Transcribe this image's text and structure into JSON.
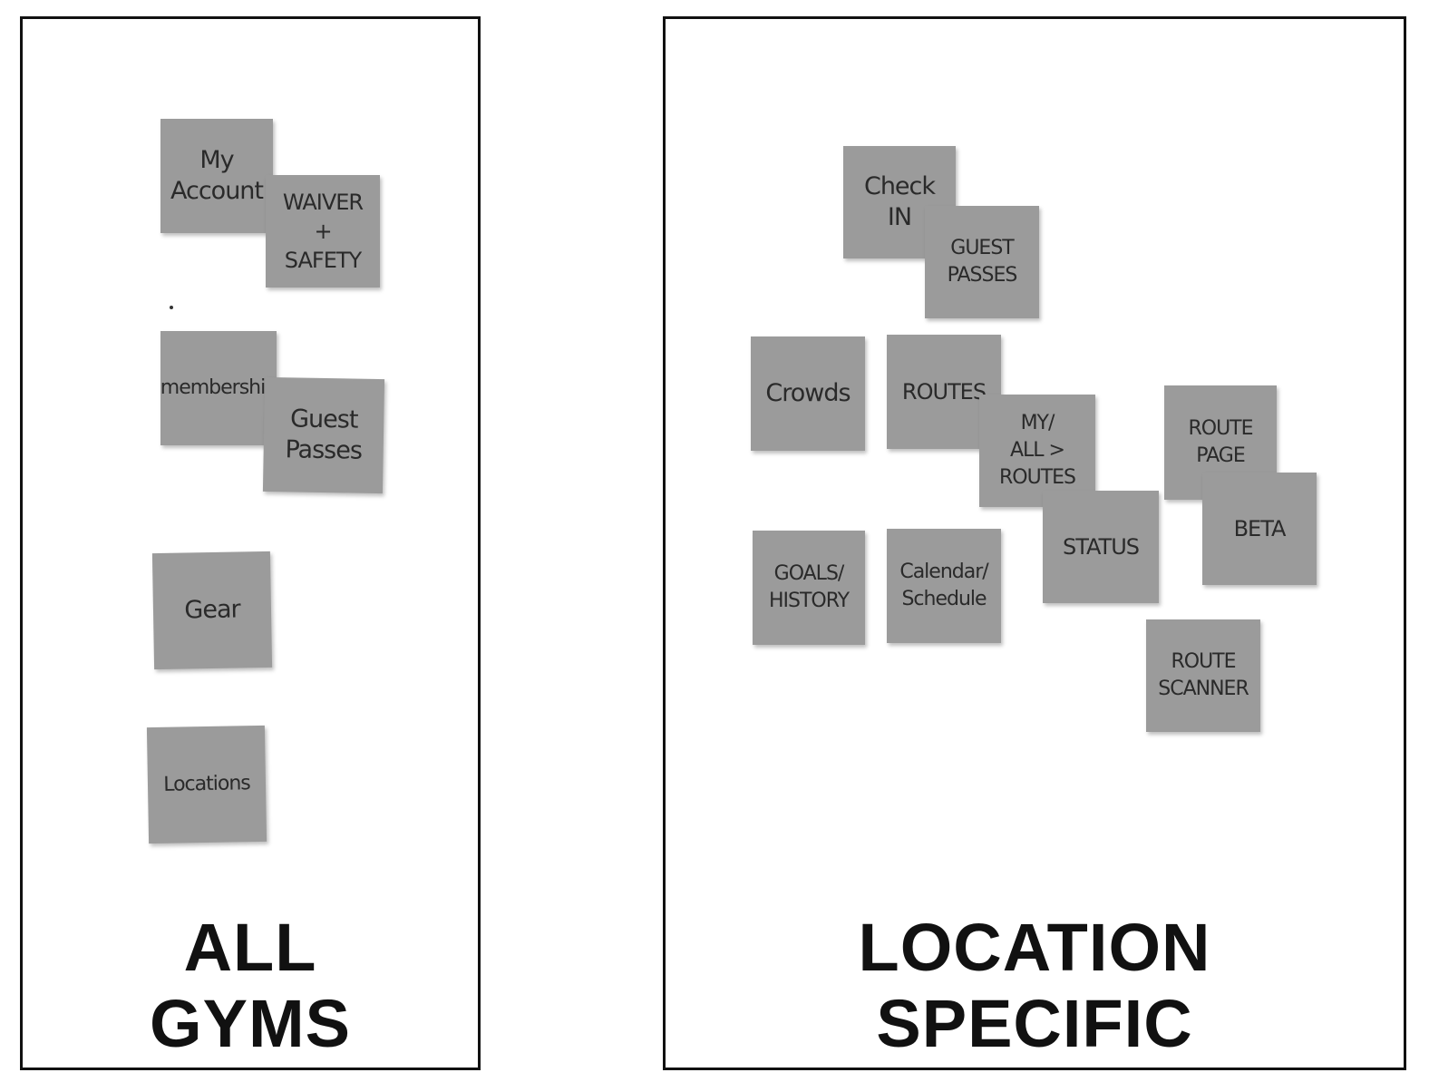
{
  "panels": {
    "all_gyms": {
      "title_line1": "ALL",
      "title_line2": "GYMS",
      "notes": {
        "my_account": "My\nAccount",
        "waiver_safety": "WAIVER\n+\nSAFETY",
        "membership": "membership",
        "guest_passes": "Guest\nPasses",
        "gear": "Gear",
        "locations": "Locations"
      }
    },
    "location_specific": {
      "title_line1": "LOCATION",
      "title_line2": "SPECIFIC",
      "notes": {
        "check_in": "Check\nIN",
        "guest_passes": "GUEST\nPASSES",
        "crowds": "Crowds",
        "routes": "ROUTES",
        "my_all_routes": "MY/\nALL >\nROUTES",
        "route_page": "ROUTE\nPAGE",
        "beta": "BETA",
        "status": "STATUS",
        "goals_history": "GOALS/\nHISTORY",
        "calendar_schedule": "Calendar/\nSchedule",
        "route_scanner": "ROUTE\nSCANNER"
      }
    }
  },
  "colors": {
    "note_fill": "#9b9b9b",
    "border": "#111111",
    "ink": "#2a2a2a"
  }
}
